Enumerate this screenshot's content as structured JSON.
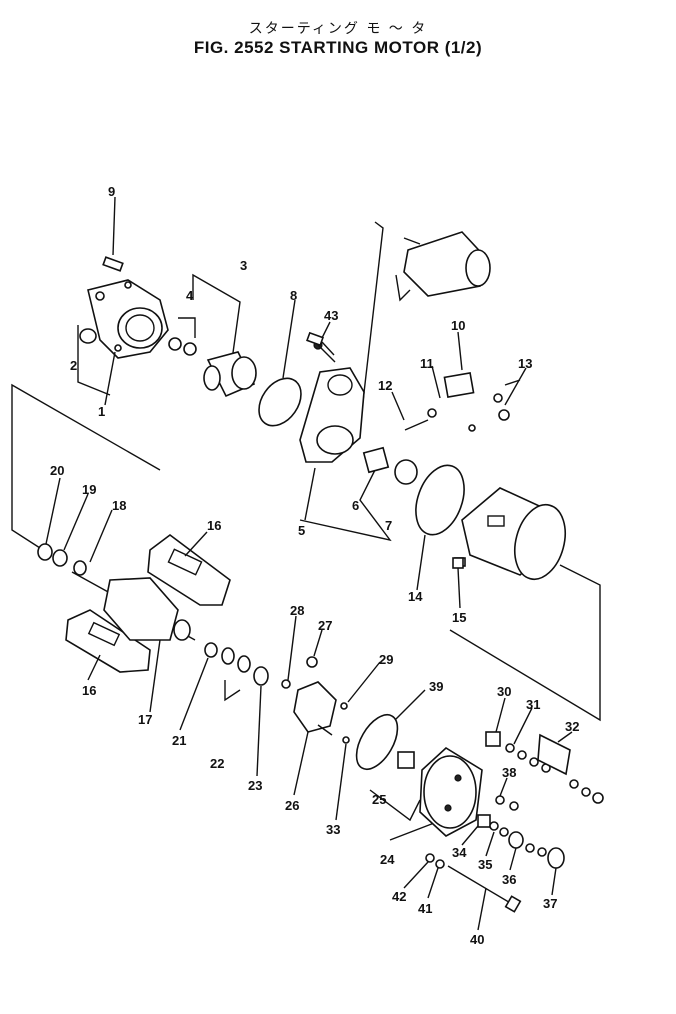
{
  "header": {
    "title_jp": "スターティング モ ～ タ",
    "title_en": "FIG. 2552  STARTING MOTOR (1/2)"
  },
  "callouts": {
    "c1": "1",
    "c2": "2",
    "c3": "3",
    "c4": "4",
    "c5": "5",
    "c6": "6",
    "c7": "7",
    "c8": "8",
    "c9": "9",
    "c10": "10",
    "c11": "11",
    "c12": "12",
    "c13": "13",
    "c14": "14",
    "c15": "15",
    "c16a": "16",
    "c16b": "16",
    "c17": "17",
    "c18": "18",
    "c19": "19",
    "c20": "20",
    "c21": "21",
    "c22": "22",
    "c23": "23",
    "c24": "24",
    "c25": "25",
    "c26": "26",
    "c27": "27",
    "c28": "28",
    "c29": "29",
    "c30": "30",
    "c31": "31",
    "c32": "32",
    "c33": "33",
    "c34": "34",
    "c35": "35",
    "c36": "36",
    "c37": "37",
    "c38": "38",
    "c39": "39",
    "c40": "40",
    "c41": "41",
    "c42": "42",
    "c43": "43"
  }
}
